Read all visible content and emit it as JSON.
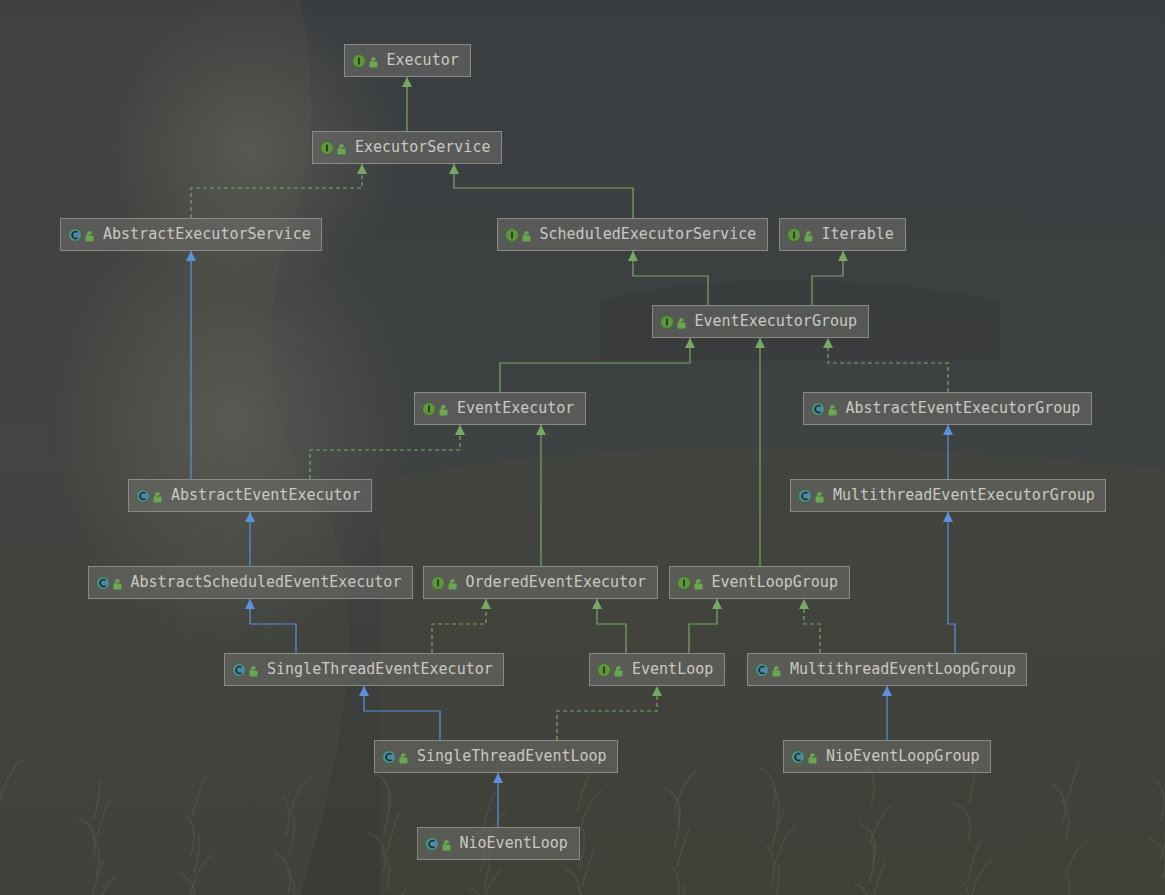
{
  "diagram": {
    "nodes": [
      {
        "text": [
          "Executor"
        ]
      },
      {
        "text": [
          "ExecutorService"
        ]
      },
      {
        "text": [
          "AbstractExecutorService"
        ]
      },
      {
        "text": [
          "ScheduledExecutorService"
        ]
      },
      {
        "text": [
          "Iterable"
        ]
      },
      {
        "text": [
          "EventExecutorGroup"
        ]
      },
      {
        "text": [
          "EventExecutor"
        ]
      },
      {
        "text": [
          "AbstractEventExecutorGroup"
        ]
      },
      {
        "text": [
          "AbstractEventExecutor"
        ]
      },
      {
        "text": [
          "MultithreadEventExecutorGroup"
        ]
      },
      {
        "text": [
          "AbstractScheduledEventExecutor"
        ]
      },
      {
        "text": [
          "OrderedEventExecutor"
        ]
      },
      {
        "text": [
          "EventLoopGroup"
        ]
      },
      {
        "text": [
          "SingleThreadEventExecutor"
        ]
      },
      {
        "text": [
          "EventLoop"
        ]
      },
      {
        "text": [
          "MultithreadEventLoopGroup"
        ]
      },
      {
        "text": [
          "SingleThreadEventLoop"
        ]
      },
      {
        "text": [
          "NioEventLoopGroup"
        ]
      },
      {
        "text": [
          "NioEventLoop"
        ]
      }
    ],
    "edges": [
      {
        "from": 1,
        "to": 0,
        "arrow": "to"
      },
      {
        "from": 2,
        "to": 1,
        "arrow": "to"
      },
      {
        "from": 3,
        "to": 1,
        "arrow": "to"
      },
      {
        "from": 5,
        "to": 3,
        "arrow": "to"
      },
      {
        "from": 5,
        "to": 4,
        "arrow": "to"
      },
      {
        "from": 6,
        "to": 5,
        "arrow": "to"
      },
      {
        "from": 7,
        "to": 5,
        "arrow": "to"
      },
      {
        "from": 8,
        "to": 2,
        "arrow": "to"
      },
      {
        "from": 8,
        "to": 6,
        "arrow": "to"
      },
      {
        "from": 9,
        "to": 7,
        "arrow": "to"
      },
      {
        "from": 10,
        "to": 8,
        "arrow": "to"
      },
      {
        "from": 11,
        "to": 6,
        "arrow": "to"
      },
      {
        "from": 12,
        "to": 5,
        "arrow": "to"
      },
      {
        "from": 13,
        "to": 10,
        "arrow": "to"
      },
      {
        "from": 13,
        "to": 11,
        "arrow": "to"
      },
      {
        "from": 14,
        "to": 11,
        "arrow": "to"
      },
      {
        "from": 14,
        "to": 12,
        "arrow": "to"
      },
      {
        "from": 15,
        "to": 12,
        "arrow": "to"
      },
      {
        "from": 15,
        "to": 9,
        "arrow": "to"
      },
      {
        "from": 16,
        "to": 13,
        "arrow": "to"
      },
      {
        "from": 16,
        "to": 14,
        "arrow": "to"
      },
      {
        "from": 17,
        "to": 15,
        "arrow": "to"
      },
      {
        "from": 18,
        "to": 16,
        "arrow": "to"
      }
    ]
  }
}
